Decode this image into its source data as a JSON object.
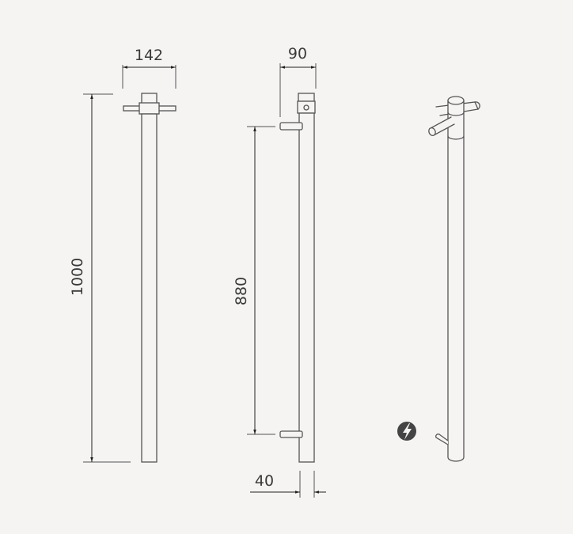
{
  "drawing": {
    "background": "#f5f4f2",
    "line_color": "#555555",
    "views": {
      "front": {
        "label": "front-view"
      },
      "side": {
        "label": "side-view"
      },
      "iso": {
        "label": "isometric-view"
      }
    },
    "dimensions": {
      "width_front": "142",
      "depth_top": "90",
      "height_total": "1000",
      "bar_span": "880",
      "bar_depth": "40"
    },
    "icons": {
      "electric": {
        "name": "lightning-bolt-icon",
        "color": "#444444"
      }
    }
  }
}
